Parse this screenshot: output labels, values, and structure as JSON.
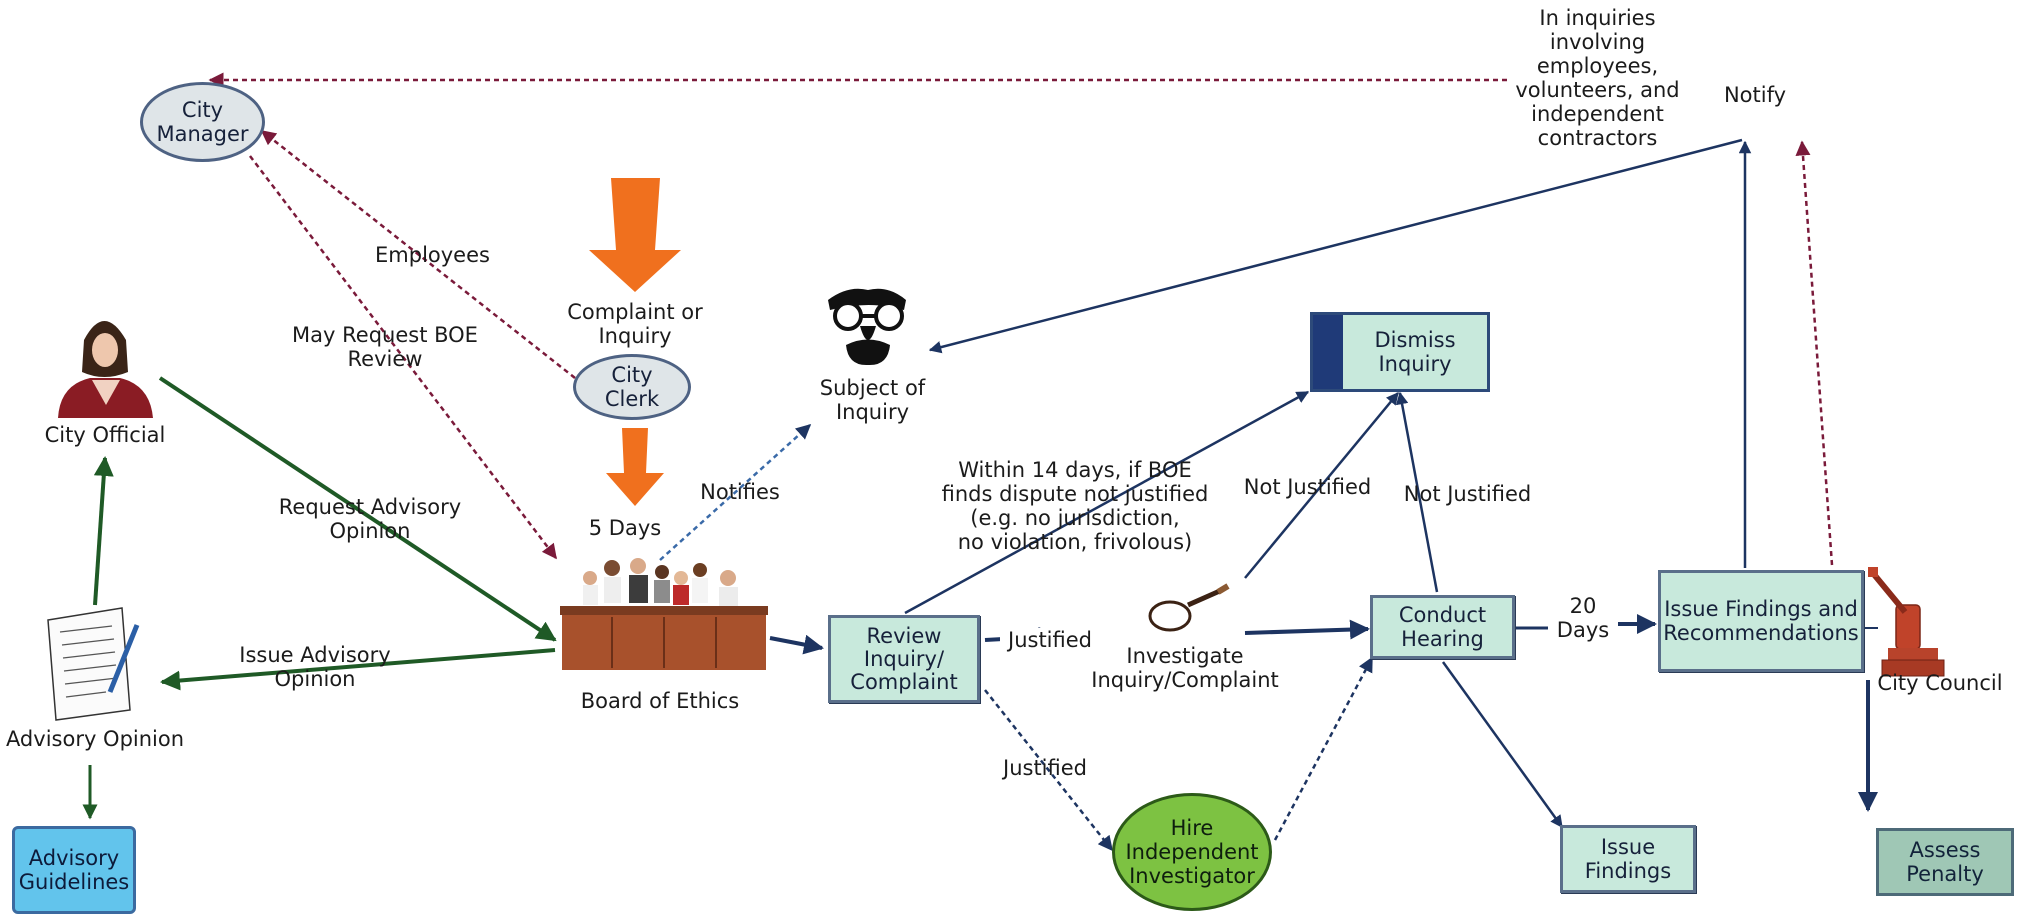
{
  "nodes": {
    "city_manager": "City\nManager",
    "city_clerk": "City\nClerk",
    "complaint": "Complaint or\nInquiry",
    "five_days": "5 Days",
    "board": "Board of Ethics",
    "city_official": "City Official",
    "advisory_opinion": "Advisory Opinion",
    "advisory_guidelines": "Advisory\nGuidelines",
    "subject": "Subject of\nInquiry",
    "review": "Review\nInquiry/\nComplaint",
    "investigate": "Investigate\nInquiry/Complaint",
    "dismiss": "Dismiss\nInquiry",
    "hire": "Hire\nIndependent\nInvestigator",
    "hearing": "Conduct\nHearing",
    "issue_findings": "Issue\nFindings",
    "findings_recs": "Issue Findings and\nRecommendations",
    "city_council": "City Council",
    "assess_penalty": "Assess\nPenalty"
  },
  "labels": {
    "employees": "Employees",
    "may_request": "May Request BOE\nReview",
    "request_advisory": "Request Advisory\nOpinion",
    "issue_advisory": "Issue Advisory\nOpinion",
    "notifies": "Notifies",
    "within_14": "Within 14 days, if BOE\nfinds dispute not justified\n(e.g. no jurisdiction,\nno violation, frivolous)",
    "not_justified_1": "Not Justified",
    "not_justified_2": "Not Justified",
    "justified_1": "Justified",
    "justified_2": "Justified",
    "twenty_days": "20\nDays",
    "notify": "Notify",
    "in_inquiries": "In inquiries\ninvolving\nemployees,\nvolunteers, and\nindependent\ncontractors"
  },
  "colors": {
    "navy_arrow": "#1d3461",
    "green_arrow": "#1f5a26",
    "maroon_dashed": "#7a1a3a",
    "orange_arrow": "#f0701e",
    "box_fill": "#c8e9dc",
    "hire_fill": "#7dc242",
    "guide_fill": "#62c4ec"
  },
  "icons": [
    "person-icon",
    "document-pen-icon",
    "disguise-glasses-icon",
    "board-of-ethics-icon",
    "magnifier-icon",
    "gavel-icon"
  ]
}
